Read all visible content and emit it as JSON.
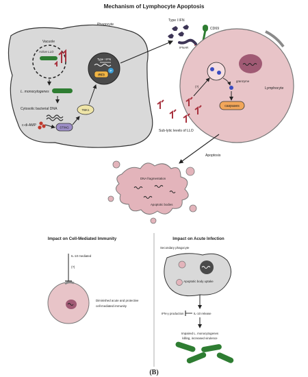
{
  "title": "Mechanism of Lymphocyte Apoptosis",
  "labels": {
    "phagocyte": "Phagocyte",
    "vacuole": "Vacuole",
    "active_llo": "Active LLO",
    "l_monocytogenes": "L. monocytogenes",
    "cytosolic_dna": "Cytosolic bacterial DNA",
    "c_di_amp": "c-di-AMP",
    "sting": "STING",
    "tbk1": "TBK1",
    "type_i_ifn_inner": "Type I IFN",
    "irf3": "IRF3",
    "p": "P",
    "type_i_ifn": "Type I IFN",
    "ifnar": "IFNAR",
    "cd69": "CD69",
    "q1": "(?)",
    "q2": "(?)",
    "granzyme": "granzyme",
    "lymphocyte": "Lymphocyte",
    "caspases": "caspases",
    "sub_lytic": "Sub-lytic levels of LLO",
    "apoptosis": "Apoptosis",
    "dna_fragmentation": "DNA fragmentation",
    "apoptotic_bodies": "Apoptotic bodies"
  },
  "cell_mediated": {
    "title": "Impact on Cell-Mediated Immunity",
    "il10_mediated": "IL-10 mediated",
    "q": "(?)",
    "outcome_line1": "Diminished acute and protective",
    "outcome_line2": "cell-mediated immunity"
  },
  "acute_infection": {
    "title": "Impact on Acute Infection",
    "secondary_phagocyte": "Secondary phagocyte",
    "uptake": "Apoptotic body uptake",
    "ifn_gamma": "IFN-γ production",
    "il10_release": "IL-10 release",
    "outcome_line1": "Impaired L. monocytogenes",
    "outcome_line2": "killing, increased virulence"
  },
  "panel_label": "(B)",
  "colors": {
    "phagocyte_fill": "#d9d9d9",
    "lymphocyte_fill": "#e8c4c8",
    "bacteria": "#2e7d32",
    "llo": "#a8323e",
    "ifn": "#3d3556",
    "caspase": "#f2a65a",
    "sting": "#9d8ec7",
    "tbk1": "#efe5a8",
    "irf3": "#f2b544",
    "granzyme": "#3b4cc0"
  }
}
